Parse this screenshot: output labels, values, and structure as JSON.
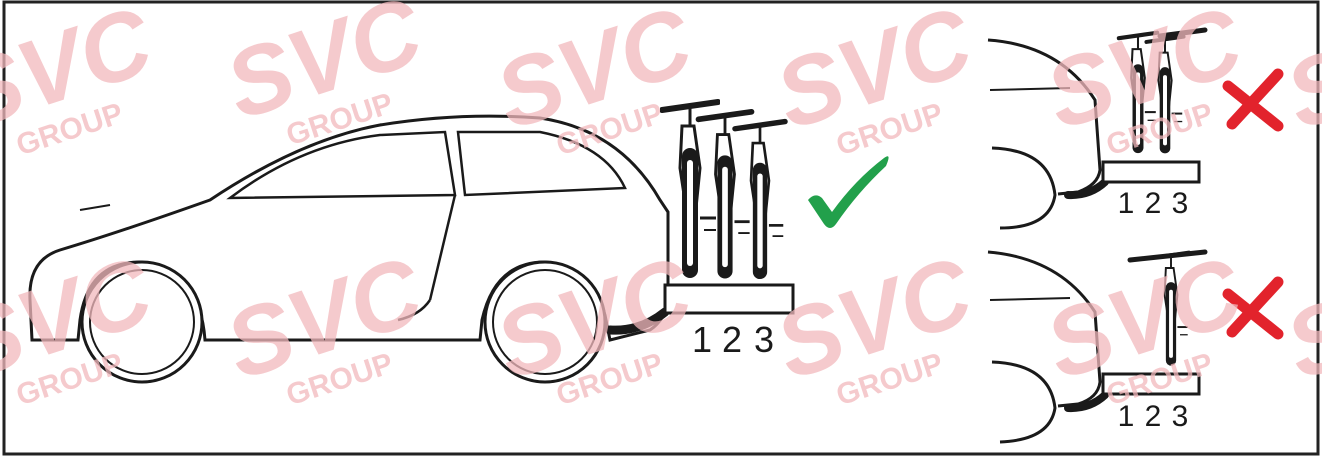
{
  "watermark": {
    "brand": "SVC",
    "sub": "GROUP"
  },
  "main_scene": {
    "slot_numbers": [
      "1",
      "2",
      "3"
    ],
    "mark": "check-icon"
  },
  "side_scenes": [
    {
      "slot_numbers": [
        "1",
        "2",
        "3"
      ],
      "mark": "cross-icon"
    },
    {
      "slot_numbers": [
        "1",
        "2",
        "3"
      ],
      "mark": "cross-icon"
    }
  ],
  "colors": {
    "frame": "#222222",
    "line": "#1a1a1a",
    "check": "#22a04b",
    "cross": "#e2232c",
    "watermark": "#f2b8bc"
  }
}
